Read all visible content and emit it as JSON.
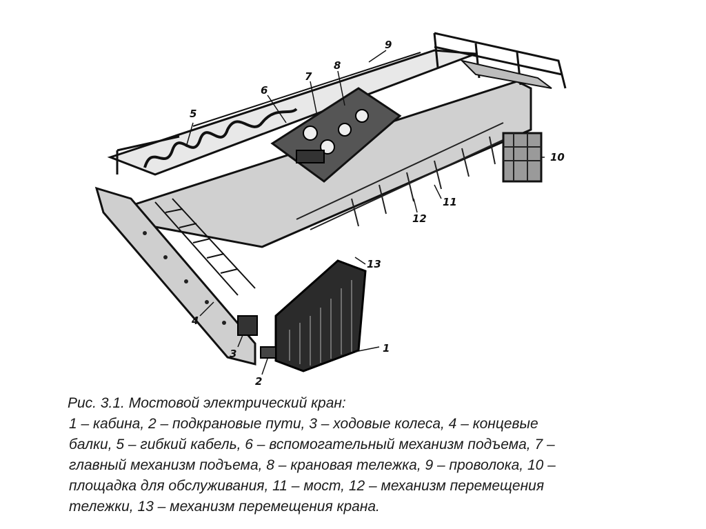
{
  "figure": {
    "callouts": [
      "1",
      "2",
      "3",
      "4",
      "5",
      "6",
      "7",
      "8",
      "9",
      "10",
      "11",
      "12",
      "13"
    ]
  },
  "caption": {
    "title": "Рис. 3.1. Мостовой электрический кран:",
    "line1": " 1 – кабина, 2 – подкрановые пути, 3 – ходовые колеса, 4 – концевые",
    "line2": "балки, 5 – гибкий кабель, 6 – вспомогательный механизм подъема, 7 –",
    "line3": "главный механизм подъема, 8 – крановая тележка, 9 – проволока, 10 –",
    "line4": "площадка для обслуживания, 11 – мост, 12 – механизм перемещения",
    "line5": "тележки, 13 – механизм перемещения крана."
  }
}
